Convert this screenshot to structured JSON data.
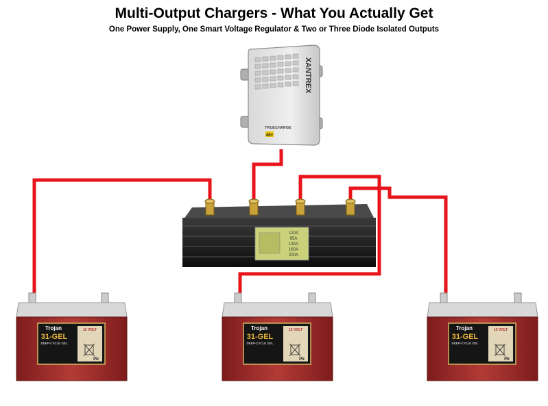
{
  "title": "Multi-Output Chargers - What You Actually Get",
  "subtitle": "One Power Supply, One Smart Voltage Regulator & Two or Three Diode Isolated Outputs",
  "charger": {
    "brand": "XANTREX",
    "model": "TRUECHARGE",
    "amps": "40+"
  },
  "isolator": {
    "ratings": [
      "120A",
      "95A",
      "130A",
      "160A",
      "200A"
    ]
  },
  "batteries": [
    {
      "brand": "Trojan",
      "model": "31-GEL",
      "voltage": "12 VOLT",
      "type": "DEEP-CYCLE GEL",
      "recycle": "Pb"
    },
    {
      "brand": "Trojan",
      "model": "31-GEL",
      "voltage": "12 VOLT",
      "type": "DEEP-CYCLE GEL",
      "recycle": "Pb"
    },
    {
      "brand": "Trojan",
      "model": "31-GEL",
      "voltage": "12 VOLT",
      "type": "DEEP-CYCLE GEL",
      "recycle": "Pb"
    }
  ],
  "colors": {
    "wire": "#e8141c",
    "battery_case": "#a52a2a",
    "isolator_body": "#1a1a1a",
    "charger_body": "#e6e6e6"
  }
}
